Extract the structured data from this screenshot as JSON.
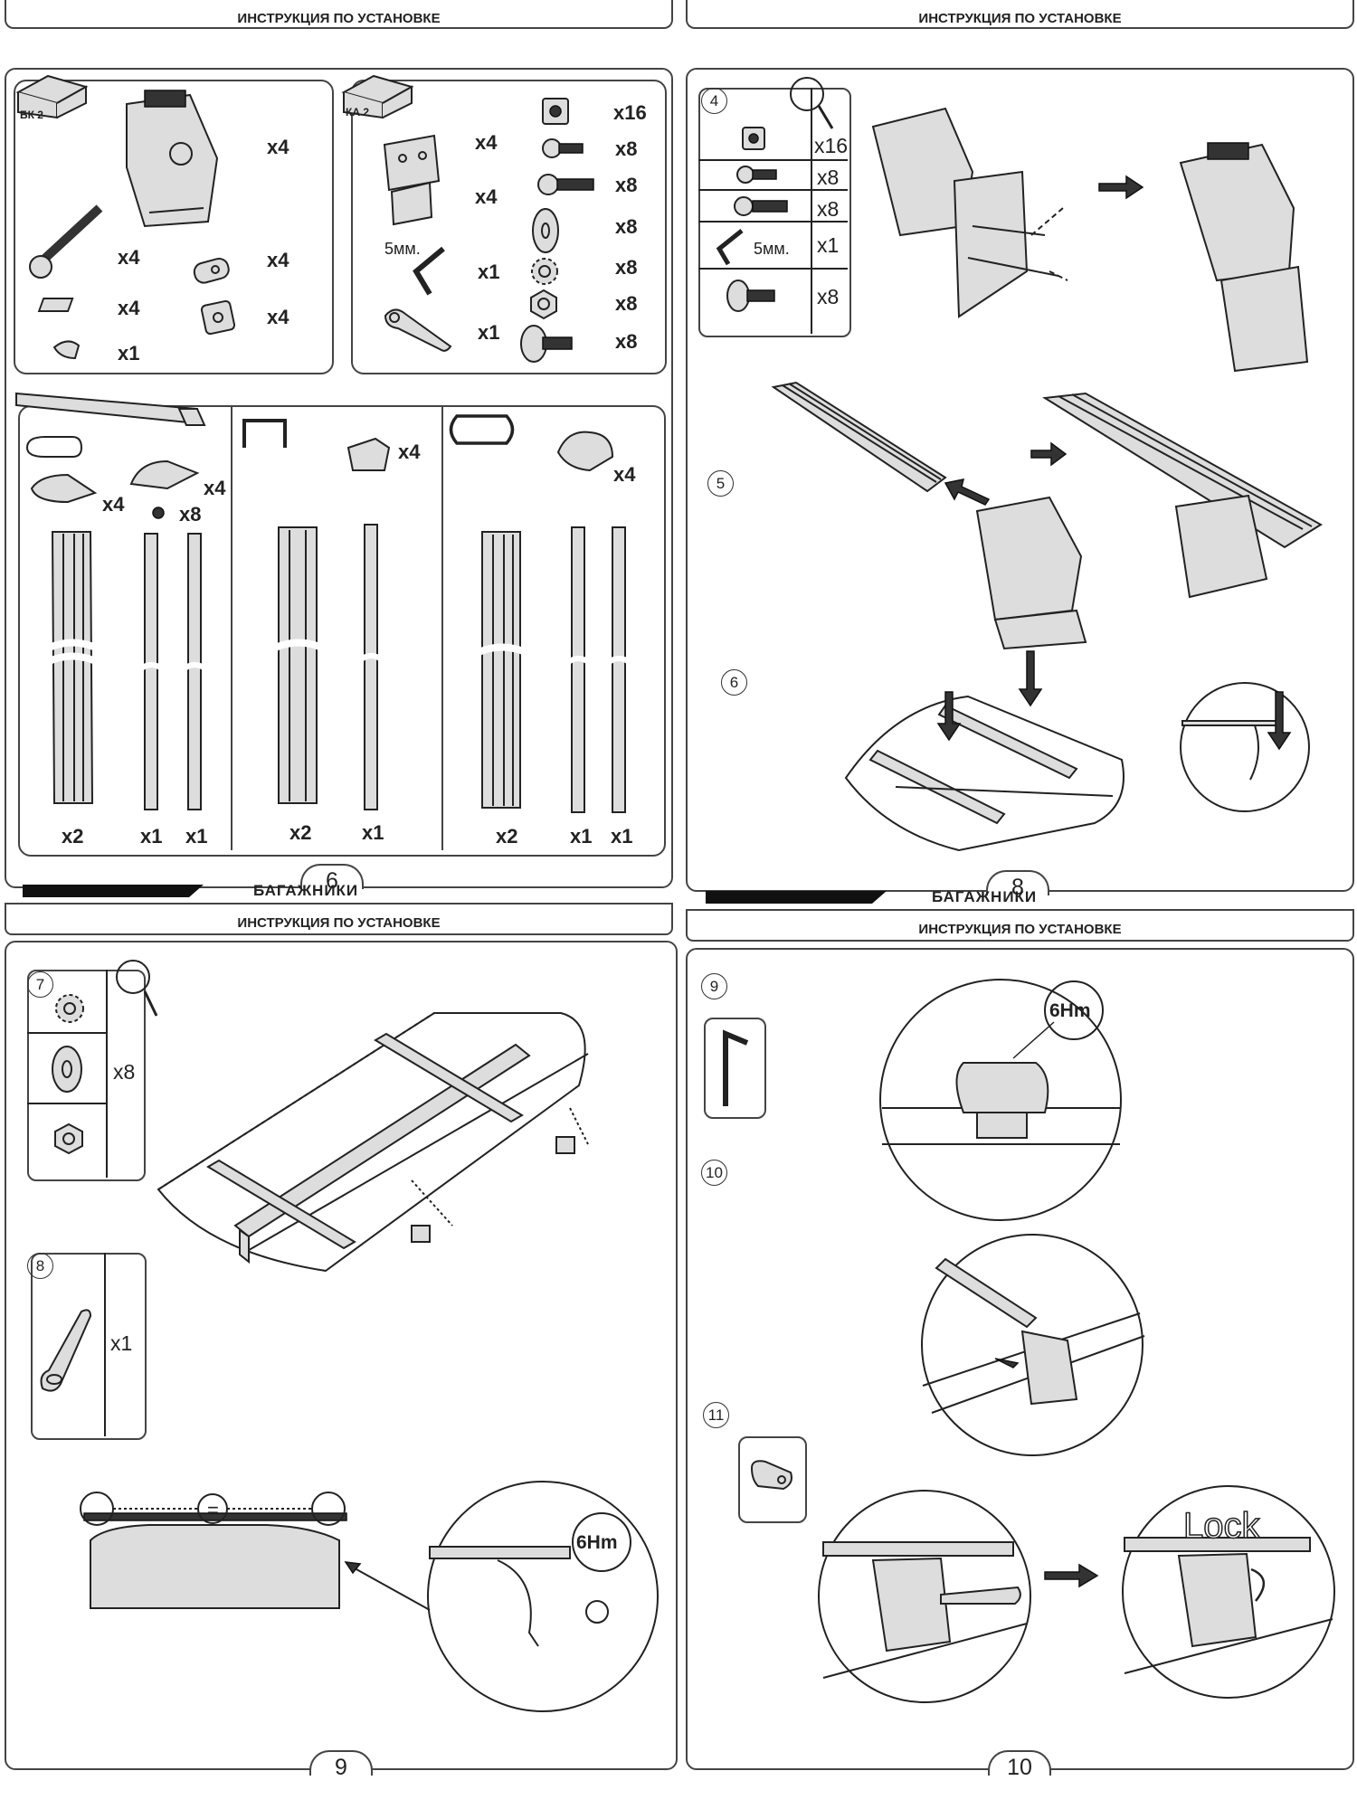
{
  "header_text": "ИНСТРУКЦИЯ ПО УСТАНОВКЕ",
  "brand_text": "БАГАЖНИКИ",
  "pages": {
    "p6": {
      "number": "6",
      "box1_label": "БК 2",
      "box2_label": "КА 2",
      "hex_key_size": "5мм."
    },
    "p8": {
      "number": "8",
      "hex_key_size": "5мм."
    },
    "p9": {
      "number": "9",
      "equal_sign": "=",
      "torque": "6Hm"
    },
    "p10": {
      "number": "10",
      "torque": "6Hm",
      "lock_label": "Lock"
    }
  },
  "steps": {
    "s4": "4",
    "s5": "5",
    "s6": "6",
    "s7": "7",
    "s8": "8",
    "s9": "9",
    "s10": "10",
    "s11": "11"
  },
  "quantities": {
    "p6_kit1": [
      "x4",
      "x4",
      "x4",
      "x4",
      "x4",
      "x1"
    ],
    "p6_kit2": [
      "x4",
      "x4",
      "x1",
      "x1",
      "x16",
      "x8",
      "x8",
      "x8",
      "x8",
      "x8",
      "x8"
    ],
    "p6_profile1": [
      "x4",
      "x4",
      "x8",
      "x2",
      "x1",
      "x1"
    ],
    "p6_profile2": [
      "x4",
      "x2",
      "x1"
    ],
    "p6_profile3": [
      "x4",
      "x2",
      "x1",
      "x1"
    ],
    "p8_step4": [
      "x16",
      "x8",
      "x8",
      "x1",
      "x8"
    ],
    "p9_step7": "x8",
    "p9_step8": "x1"
  }
}
